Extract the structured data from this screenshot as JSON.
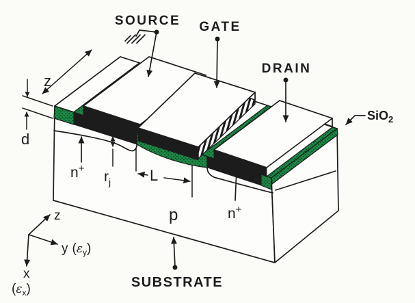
{
  "labels": {
    "source": "SOURCE",
    "gate": "GATE",
    "drain": "DRAIN",
    "substrate": "SUBSTRATE",
    "oxide_base": "SiO",
    "oxide_sub": "2",
    "p_region": "p",
    "n_base": "n",
    "n_sup": "+",
    "dim_width": "z",
    "dim_oxide_thickness": "d",
    "dim_channel_length": "L",
    "dim_junction_base": "r",
    "dim_junction_sub": "j"
  },
  "axes": {
    "z": "z",
    "y": "y",
    "x": "x",
    "field_symbol": "ε",
    "sub_y": "y",
    "sub_x": "x",
    "paren_open": "(",
    "paren_close": ")"
  },
  "colors": {
    "oxide_green": "#1f8b47",
    "oxide_dot_dark": "#07421f",
    "ink": "#1c1c1c",
    "paper": "#fbfbf8"
  }
}
